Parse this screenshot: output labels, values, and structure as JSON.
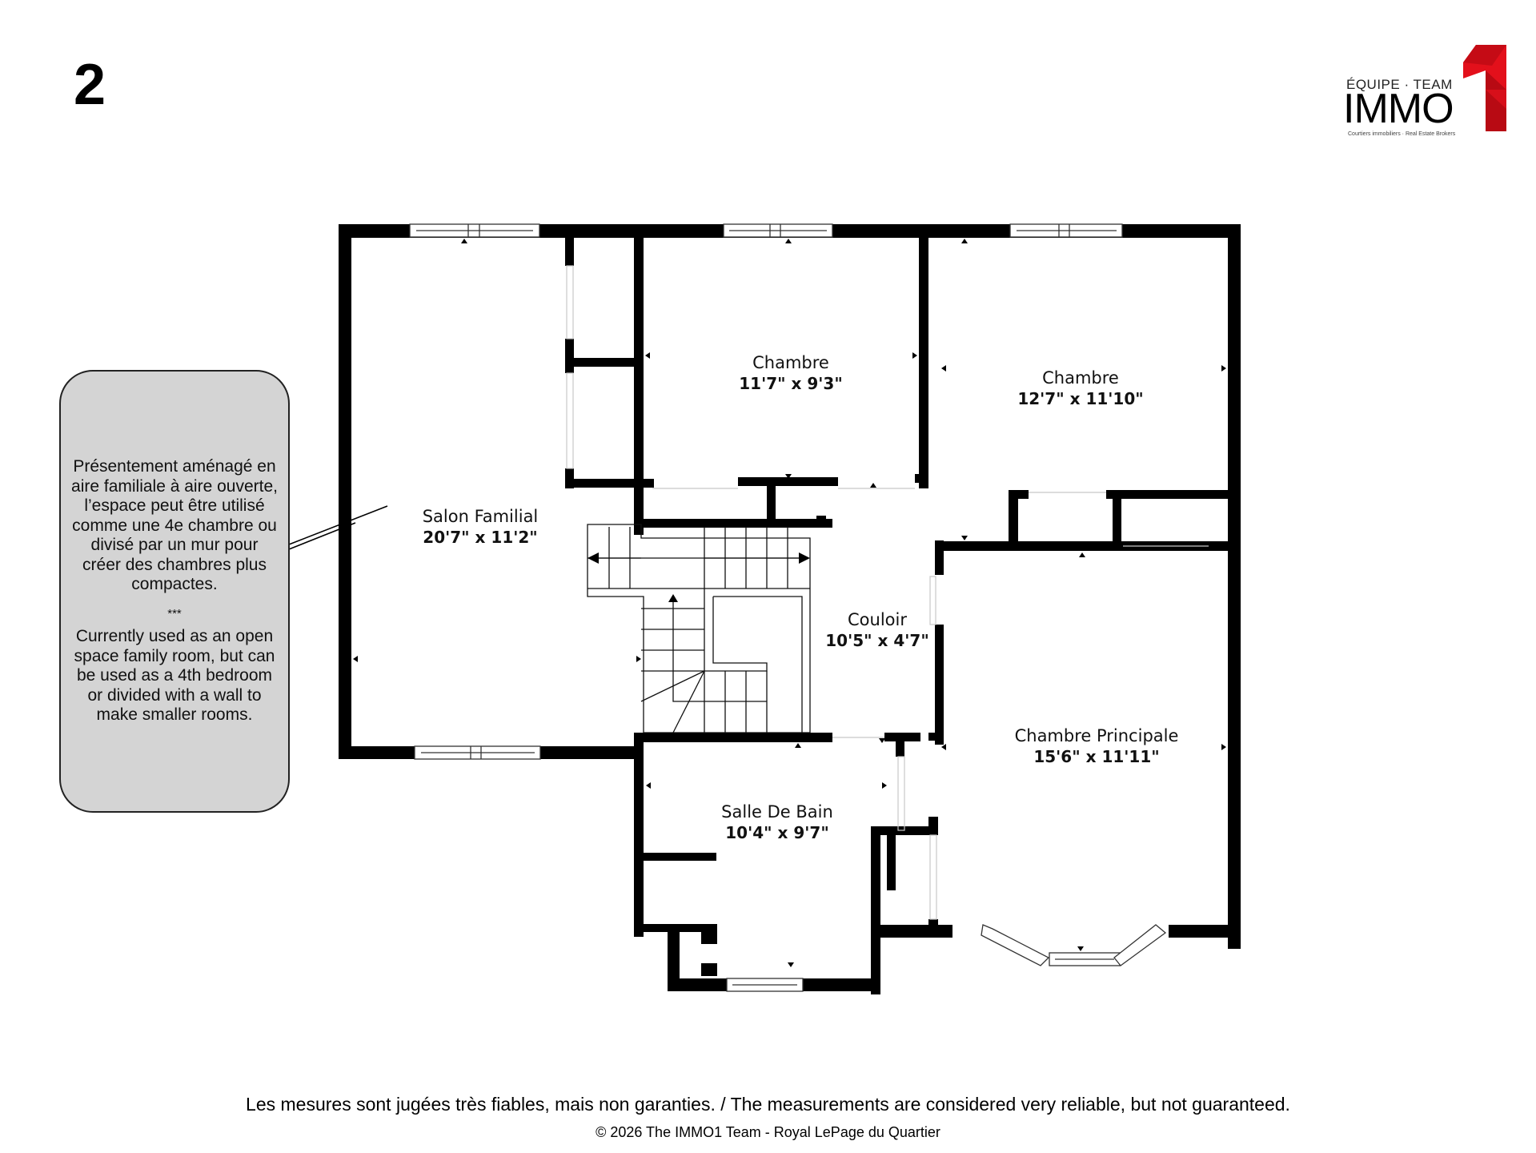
{
  "floor": {
    "number": "2"
  },
  "logo": {
    "team_line": "ÉQUIPE · TEAM",
    "brand": "IMMO",
    "numeral": "1",
    "tagline": "Courtiers immobiliers · Real Estate Brokers",
    "accent_color": "#e3101b"
  },
  "note": {
    "french": "Présentement aménagé en aire familiale à aire ouverte, l’espace peut être utilisé comme une 4e chambre ou divisé par un mur pour créer des chambres plus compactes.",
    "separator": "***",
    "english": "Currently used as an open space family room, but can be used as a 4th bedroom or divided with a wall to make smaller rooms."
  },
  "rooms": [
    {
      "name": "Salon Familial",
      "dims": "20'7\" x 11'2\""
    },
    {
      "name": "Chambre",
      "dims": "11'7\" x 9'3\""
    },
    {
      "name": "Chambre",
      "dims": "12'7\" x 11'10\""
    },
    {
      "name": "Couloir",
      "dims": "10'5\" x 4'7\""
    },
    {
      "name": "Chambre Principale",
      "dims": "15'6\" x 11'11\""
    },
    {
      "name": "Salle De Bain",
      "dims": "10'4\" x 9'7\""
    }
  ],
  "footer": {
    "disclaimer": "Les mesures sont jugées très fiables, mais non garanties. / The measurements are considered very reliable, but not guaranteed.",
    "copyright": "© 2026 The IMMO1 Team - Royal LePage du Quartier"
  },
  "colors": {
    "wall": "#000000",
    "note_fill": "#d4d4d4",
    "background": "#ffffff"
  }
}
